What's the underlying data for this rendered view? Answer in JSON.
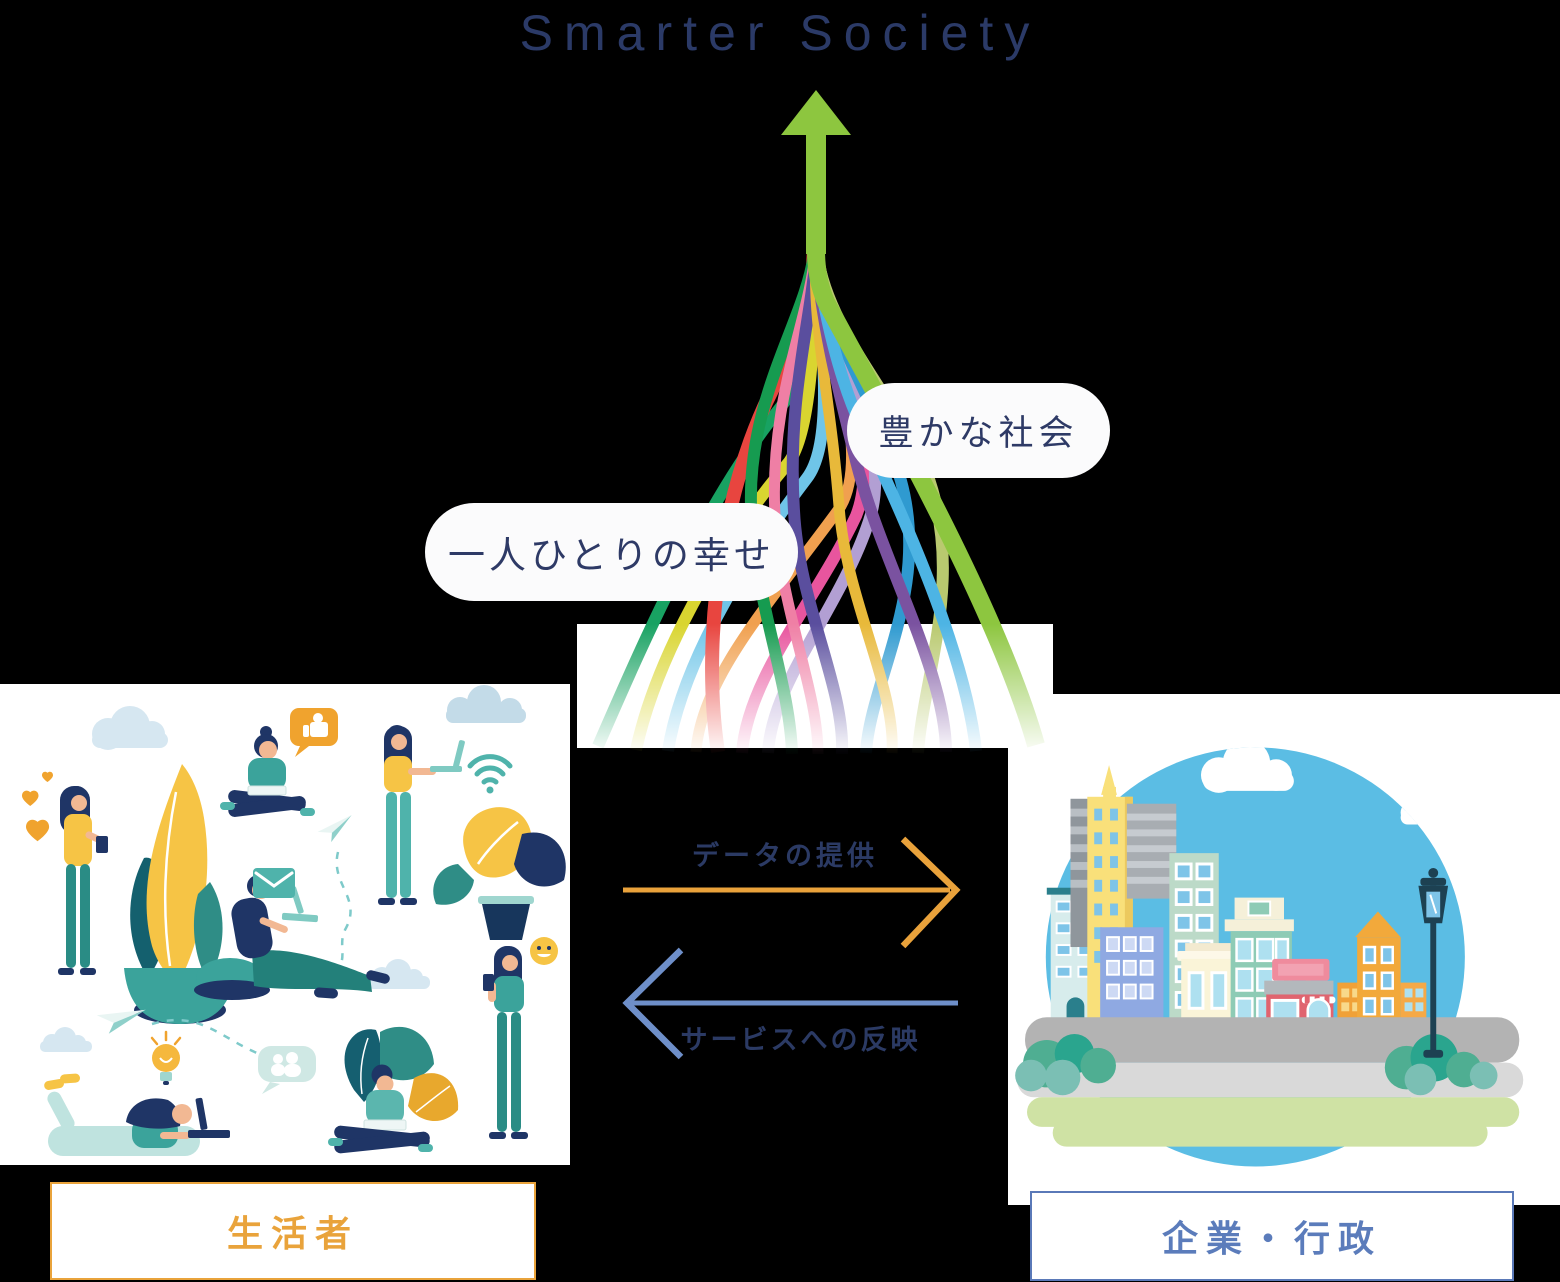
{
  "title": "Smarter Society",
  "bubbles": {
    "society": "豊かな社会",
    "happiness": "一人ひとりの幸せ"
  },
  "exchange": {
    "data_provision": "データの提供",
    "service_reflection": "サービスへの反映"
  },
  "cards": {
    "citizens": "生活者",
    "enterprise": "企業・行政"
  },
  "colors": {
    "background": "#000000",
    "title_navy": "#2b3a67",
    "pill_text_navy": "#2e3a66",
    "growth_arrow_green": "#8dc63f",
    "provision_arrow_orange": "#e9a23b",
    "reflection_arrow_blue": "#6e8fc9",
    "citizens_accent_orange": "#e9a33b",
    "enterprise_accent_blue": "#5a79b8",
    "strands": [
      "#18a262",
      "#d9d530",
      "#6fc5e8",
      "#f0a04f",
      "#e8559e",
      "#b29fd3",
      "#e8453f",
      "#169b50",
      "#ef7fa5",
      "#5a4e9e",
      "#2f9ad0",
      "#e8b93a",
      "#b9c96f",
      "#7a52a0",
      "#4db4e4",
      "#8dc63f"
    ]
  }
}
